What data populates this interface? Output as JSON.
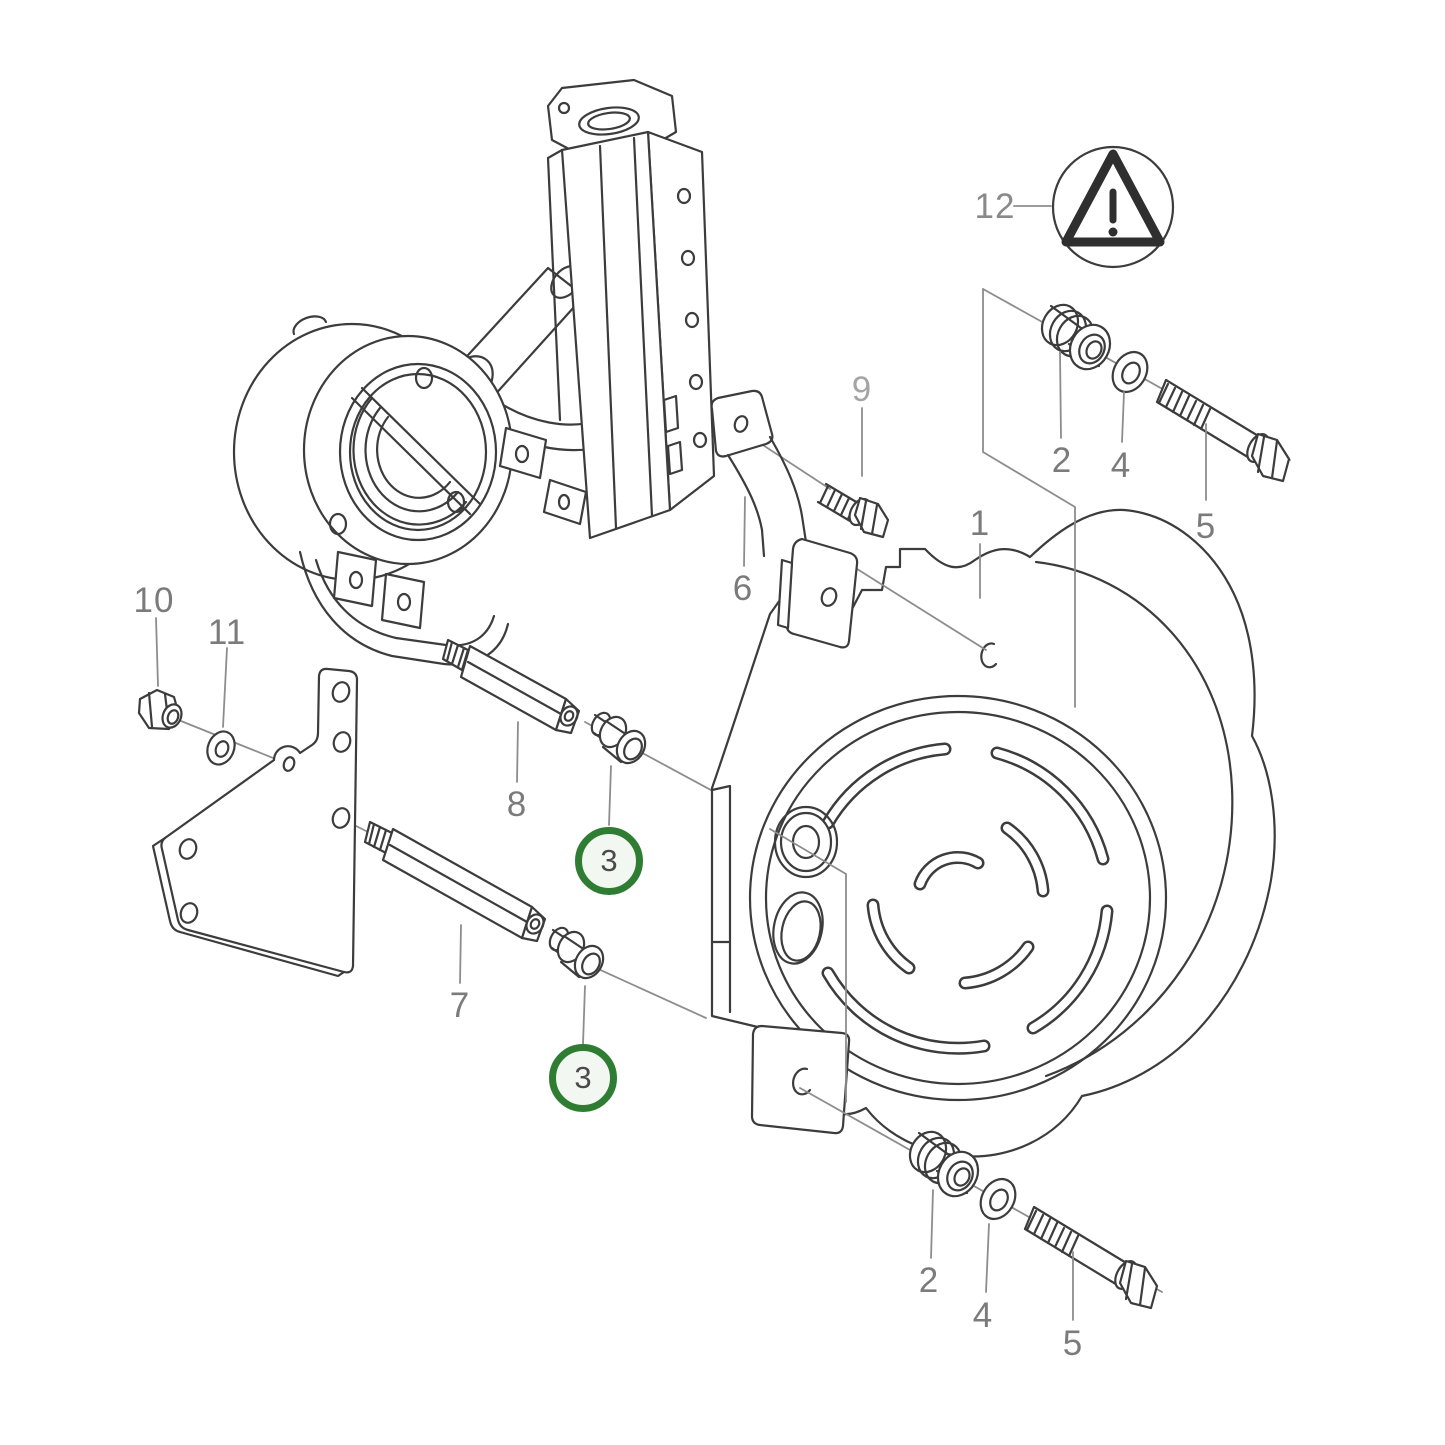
{
  "diagram": {
    "type": "exploded-parts-diagram",
    "background_color": "#ffffff",
    "line_color": "#3c3c3c",
    "label_color": "#7b7b7b",
    "highlight_ring_color": "#2e7d32",
    "highlight_fill_color": "#f2f7f1",
    "warning_symbol": "warning-triangle",
    "callouts": {
      "part1": "1",
      "part2_top": "2",
      "part4_top": "4",
      "part5_top": "5",
      "part6": "6",
      "part7": "7",
      "part8": "8",
      "part9": "9",
      "part10": "10",
      "part11": "11",
      "part12": "12",
      "part2_bottom": "2",
      "part4_bottom": "4",
      "part5_bottom": "5"
    },
    "highlighted_callouts": {
      "upper": "3",
      "lower": "3"
    }
  }
}
